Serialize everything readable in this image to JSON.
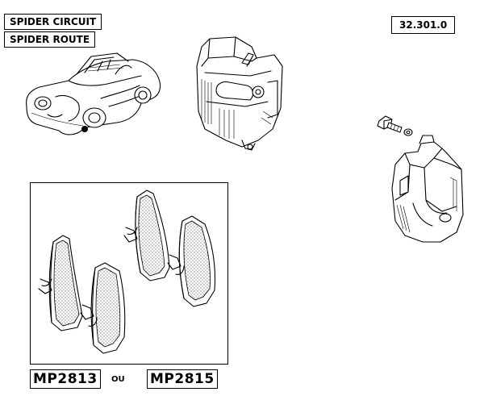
{
  "labels": {
    "model_circuit": "SPIDER CIRCUIT",
    "model_route": "SPIDER ROUTE",
    "reference": "32.301.0"
  },
  "parts": {
    "pad_a": "MP2813",
    "separator": "OU",
    "pad_b": "MP2815"
  },
  "icons": {
    "car": "roadster-car-illustration",
    "caliper_left": "brake-caliper-illustration",
    "caliper_right": "brake-caliper-with-bolt-illustration",
    "pads": "brake-pad-set-illustration"
  }
}
